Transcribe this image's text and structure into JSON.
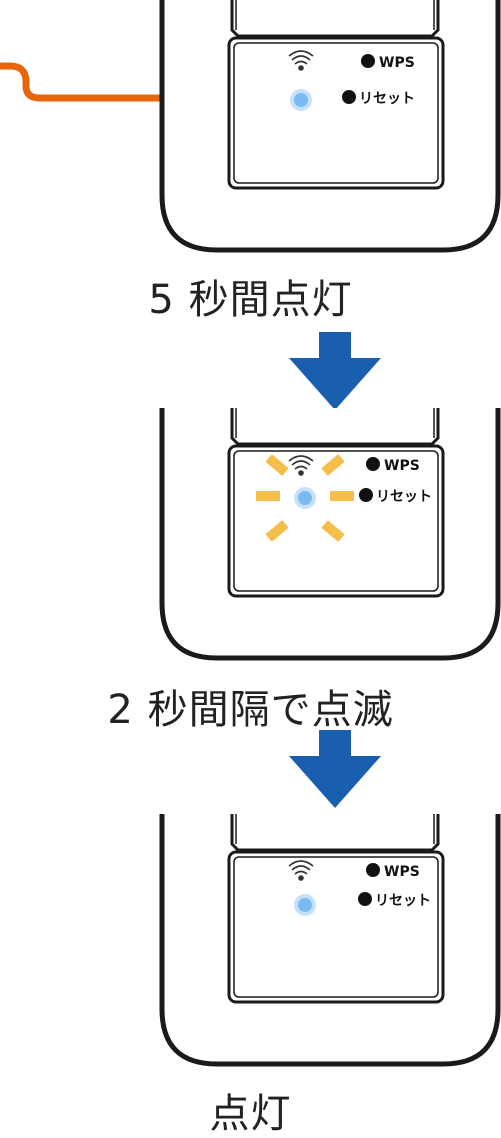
{
  "steps": [
    {
      "caption": "5 秒間点灯",
      "led_state": "on"
    },
    {
      "caption": "2 秒間隔で点滅",
      "led_state": "blinking"
    },
    {
      "caption": "点灯",
      "led_state": "on"
    }
  ],
  "device": {
    "wps_label": "WPS",
    "reset_label": "リセット",
    "wifi_icon": "wifi-icon"
  },
  "colors": {
    "led": "#5aaaf0",
    "pointer": "#e8650c",
    "arrow": "#1a5fae",
    "blink_rays": "#f5bd4a",
    "outline": "#1a1a1a"
  }
}
